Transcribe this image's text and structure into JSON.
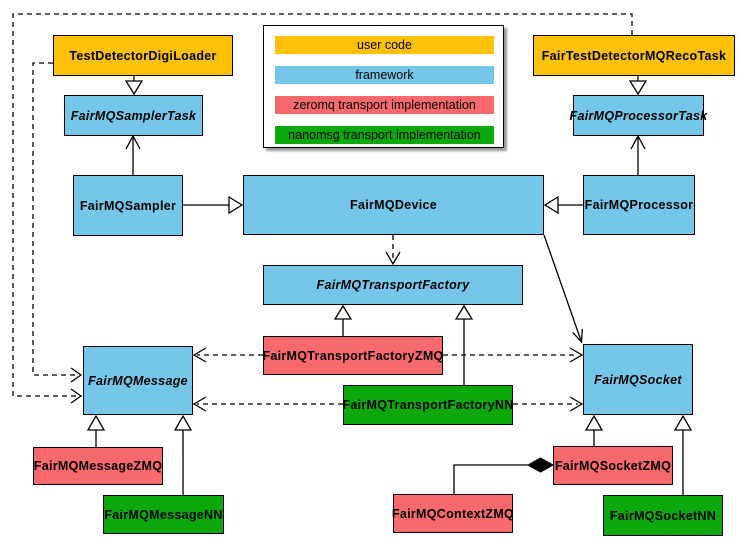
{
  "palette": {
    "user_code": "#FDC107",
    "framework": "#74C7E9",
    "zeromq": "#F8696E",
    "nanomsg": "#0CA80C",
    "border": "#000000",
    "background": "#FFFFFF"
  },
  "legend": {
    "items": [
      {
        "label": "user code",
        "color": "#FDC107"
      },
      {
        "label": "framework",
        "color": "#74C7E9"
      },
      {
        "label": "zeromq transport implementation",
        "color": "#F8696E"
      },
      {
        "label": "nanomsg transport implementation",
        "color": "#0CA80C"
      }
    ]
  },
  "nodes": {
    "digiLoader": {
      "label": "TestDetectorDigiLoader",
      "category": "user code",
      "abstract": false
    },
    "recoTask": {
      "label": "FairTestDetectorMQRecoTask",
      "category": "user code",
      "abstract": false
    },
    "samplerTask": {
      "label": "FairMQSamplerTask",
      "category": "framework",
      "abstract": true
    },
    "processorTask": {
      "label": "FairMQProcessorTask",
      "category": "framework",
      "abstract": true
    },
    "sampler": {
      "label": "FairMQSampler",
      "category": "framework",
      "abstract": false
    },
    "device": {
      "label": "FairMQDevice",
      "category": "framework",
      "abstract": false
    },
    "processor": {
      "label": "FairMQProcessor",
      "category": "framework",
      "abstract": false
    },
    "transportFactory": {
      "label": "FairMQTransportFactory",
      "category": "framework",
      "abstract": true
    },
    "transportFactoryZmq": {
      "label": "FairMQTransportFactoryZMQ",
      "category": "zeromq",
      "abstract": false
    },
    "transportFactoryNn": {
      "label": "FairMQTransportFactoryNN",
      "category": "nanomsg",
      "abstract": false
    },
    "message": {
      "label": "FairMQMessage",
      "category": "framework",
      "abstract": true
    },
    "socket": {
      "label": "FairMQSocket",
      "category": "framework",
      "abstract": true
    },
    "messageZmq": {
      "label": "FairMQMessageZMQ",
      "category": "zeromq",
      "abstract": false
    },
    "messageNn": {
      "label": "FairMQMessageNN",
      "category": "nanomsg",
      "abstract": false
    },
    "socketZmq": {
      "label": "FairMQSocketZMQ",
      "category": "zeromq",
      "abstract": false
    },
    "socketNn": {
      "label": "FairMQSocketNN",
      "category": "nanomsg",
      "abstract": false
    },
    "contextZmq": {
      "label": "FairMQContextZMQ",
      "category": "zeromq",
      "abstract": false
    }
  },
  "relationships": [
    {
      "from": "TestDetectorDigiLoader",
      "to": "FairMQSamplerTask",
      "type": "inheritance"
    },
    {
      "from": "FairTestDetectorMQRecoTask",
      "to": "FairMQProcessorTask",
      "type": "inheritance"
    },
    {
      "from": "FairMQSampler",
      "to": "FairMQDevice",
      "type": "inheritance"
    },
    {
      "from": "FairMQProcessor",
      "to": "FairMQDevice",
      "type": "inheritance"
    },
    {
      "from": "FairMQSampler",
      "to": "FairMQSamplerTask",
      "type": "association"
    },
    {
      "from": "FairMQProcessor",
      "to": "FairMQProcessorTask",
      "type": "association"
    },
    {
      "from": "FairMQDevice",
      "to": "FairMQTransportFactory",
      "type": "dependency"
    },
    {
      "from": "FairMQDevice",
      "to": "FairMQSocket",
      "type": "association"
    },
    {
      "from": "FairMQTransportFactoryZMQ",
      "to": "FairMQTransportFactory",
      "type": "inheritance"
    },
    {
      "from": "FairMQTransportFactoryNN",
      "to": "FairMQTransportFactory",
      "type": "inheritance"
    },
    {
      "from": "FairMQTransportFactoryZMQ",
      "to": "FairMQMessage",
      "type": "dependency"
    },
    {
      "from": "FairMQTransportFactoryZMQ",
      "to": "FairMQSocket",
      "type": "dependency"
    },
    {
      "from": "FairMQTransportFactoryNN",
      "to": "FairMQMessage",
      "type": "dependency"
    },
    {
      "from": "FairMQTransportFactoryNN",
      "to": "FairMQSocket",
      "type": "dependency"
    },
    {
      "from": "TestDetectorDigiLoader",
      "to": "FairMQMessage",
      "type": "dependency"
    },
    {
      "from": "FairTestDetectorMQRecoTask",
      "to": "FairMQMessage",
      "type": "dependency"
    },
    {
      "from": "FairMQMessageZMQ",
      "to": "FairMQMessage",
      "type": "inheritance"
    },
    {
      "from": "FairMQMessageNN",
      "to": "FairMQMessage",
      "type": "inheritance"
    },
    {
      "from": "FairMQSocketZMQ",
      "to": "FairMQSocket",
      "type": "inheritance"
    },
    {
      "from": "FairMQSocketNN",
      "to": "FairMQSocket",
      "type": "inheritance"
    },
    {
      "from": "FairMQContextZMQ",
      "to": "FairMQSocketZMQ",
      "type": "composition"
    }
  ]
}
